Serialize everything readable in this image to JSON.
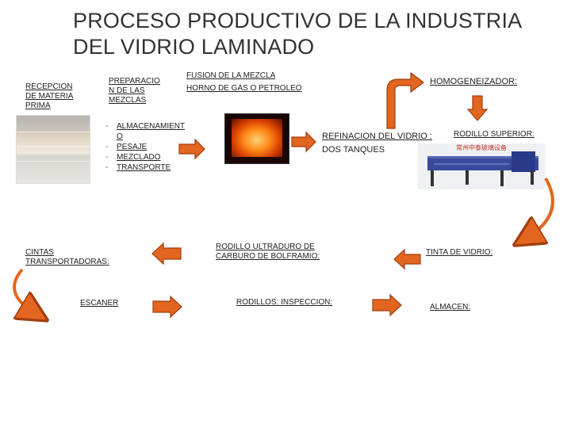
{
  "title": "PROCESO PRODUCTIVO DE LA INDUSTRIA DEL VIDRIO LAMINADO",
  "labels": {
    "recepcion": "RECEPCION\nDE MATERIA\nPRIMA",
    "preparacion": "PREPARACIO\nN DE LAS\nMEZCLAS",
    "fusion_line1": "FUSION DE LA MEZCLA",
    "fusion_line2": "HORNO DE GAS O PETROLEO",
    "homogeneizador": "HOMOGENEIZADOR:",
    "refinacion_line1": "REFINACION DEL VIDRIO :",
    "refinacion_line2": "DOS TANQUES",
    "rodillo_superior": "RODILLO SUPERIOR:",
    "cintas": "CINTAS\nTRANSPORTADORAS:",
    "rodillo_ultraduro": "RODILLO ULTRADURO DE\nCARBURO DE BOLFRAMIO:",
    "tinta": "TINTA DE VIDRIO:",
    "escaner": "ESCANER",
    "rodillos_inspeccion": "RODILLOS: INSPECCION:",
    "almacen": "ALMACEN:"
  },
  "steps": [
    "ALMACENAMIENT\nO",
    "PESAJE",
    "MEZCLADO",
    "TRANSPORTE"
  ],
  "machine_caption": "常州中泰玻璃设备",
  "colors": {
    "arrow_fill": "#e2661f",
    "arrow_stroke": "#a33d0d",
    "text": "#222222"
  }
}
